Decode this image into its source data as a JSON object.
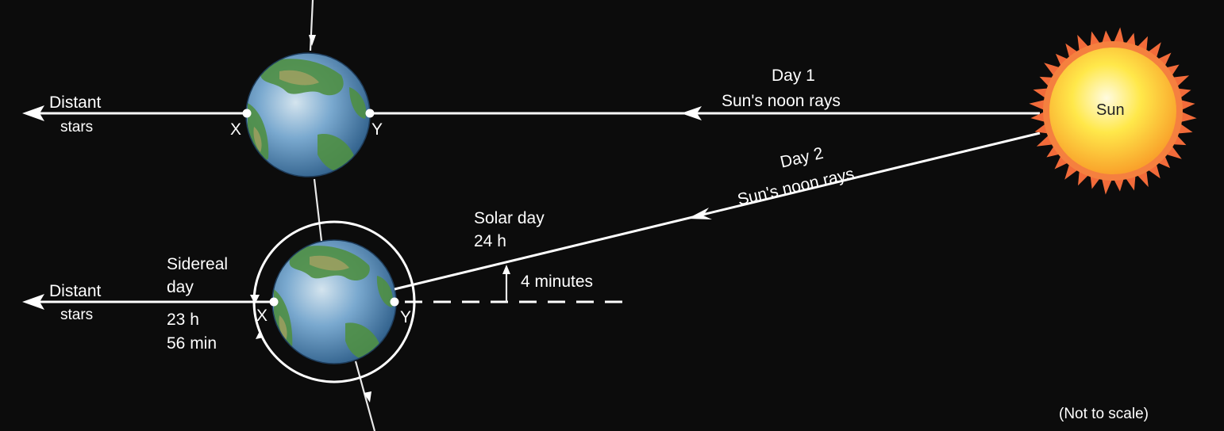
{
  "labels": {
    "distant_stars_top": [
      "Distant",
      "stars"
    ],
    "distant_stars_bottom": [
      "Distant",
      "stars"
    ],
    "x_top": "X",
    "y_top": "Y",
    "x_bottom": "X",
    "y_bottom": "Y",
    "day1": [
      "Day 1",
      "Sun's noon rays"
    ],
    "day2": [
      "Day 2",
      "Sun's noon rays"
    ],
    "solar_day": [
      "Solar day",
      "24 h"
    ],
    "sidereal_day": [
      "Sidereal",
      "day",
      "23 h",
      "56 min"
    ],
    "four_minutes": "4 minutes",
    "sun": "Sun",
    "not_to_scale": "(Not to scale)"
  },
  "colors": {
    "background": "#0c0c0c",
    "sun_core": "#ffe84a",
    "sun_corona": "#f26b3a",
    "earth_ocean": "#5c93c4",
    "earth_land": "#4f8f44",
    "line": "#ffffff"
  },
  "icons": {
    "earth_top": "earth-globe-icon",
    "earth_bottom": "earth-globe-icon",
    "sun": "sun-icon"
  }
}
